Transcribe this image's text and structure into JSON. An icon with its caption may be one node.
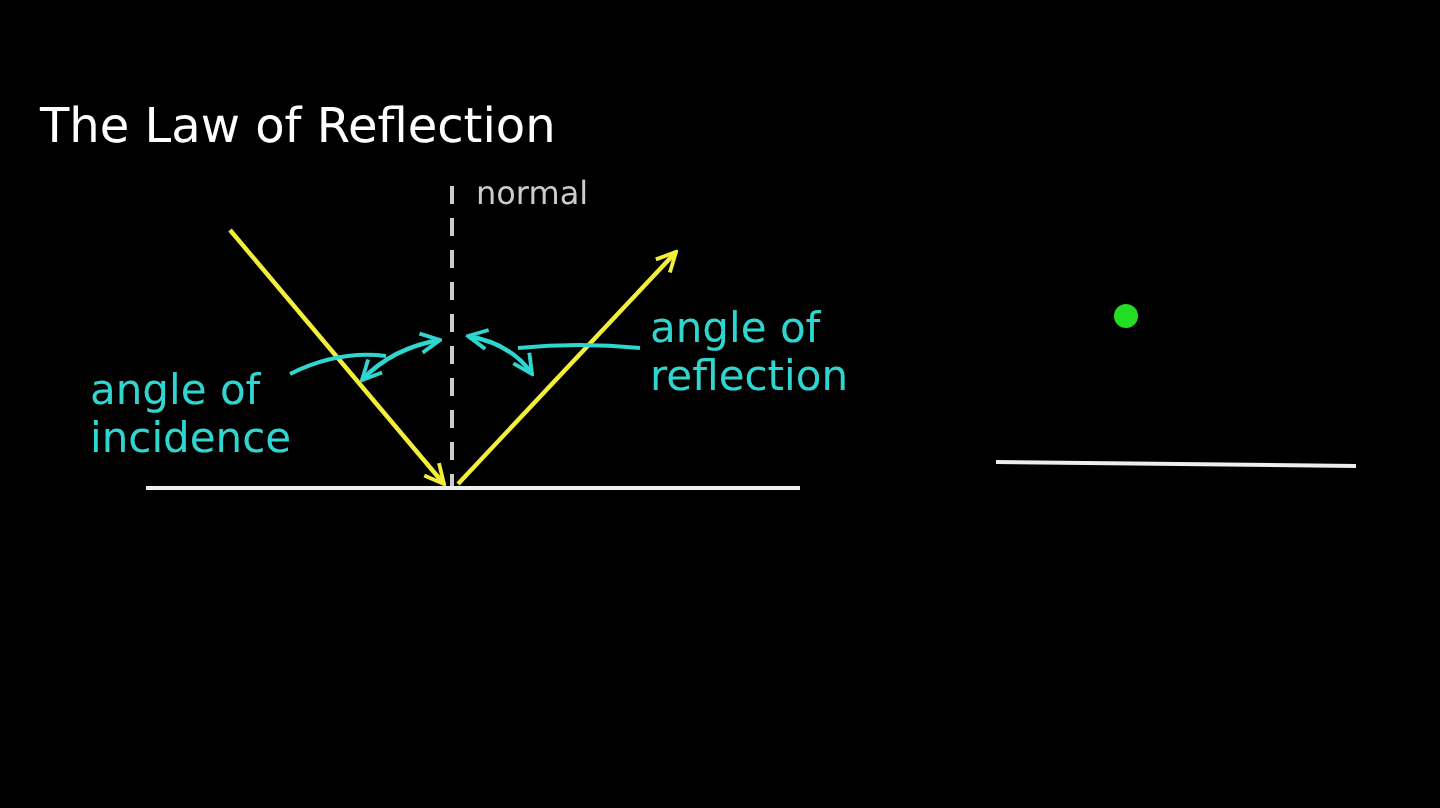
{
  "diagram": {
    "title": "The Law of Reflection",
    "nodes": [
      {
        "text": [
          "angle of incidence"
        ]
      },
      {
        "text": [
          "angle of reflection"
        ]
      },
      {
        "text": [],
        "shape": "arc"
      },
      {
        "text": [],
        "shape": "arc"
      }
    ],
    "edges": [
      {
        "from": 0,
        "to": 2,
        "arrow": "none"
      },
      {
        "from": 1,
        "to": 3,
        "arrow": "none"
      }
    ],
    "labels": [
      "normal"
    ]
  }
}
